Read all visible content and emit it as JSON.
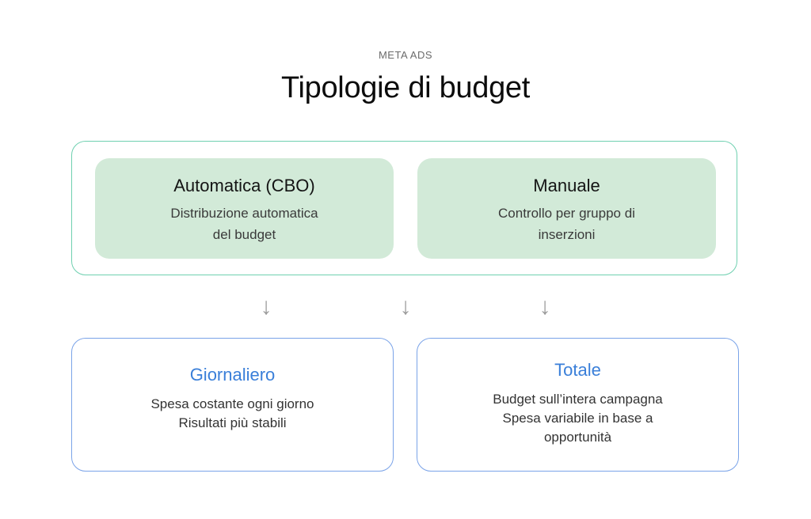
{
  "header": {
    "eyebrow": "META ADS",
    "title": "Tipologie di budget"
  },
  "allocation_group": {
    "border_color": "#6fd0b0",
    "fill_color": "#d2ead8",
    "items": [
      {
        "title": "Automatica (CBO)",
        "lines": [
          "Distribuzione automatica",
          "del budget"
        ]
      },
      {
        "title": "Manuale",
        "lines": [
          "Controllo per gruppo di",
          "inserzioni"
        ]
      }
    ]
  },
  "arrows": [
    "↓",
    "↓",
    "↓"
  ],
  "budget_types": {
    "border_color": "#7aa3e8",
    "title_color": "#3a7fd9",
    "items": [
      {
        "title": "Giornaliero",
        "lines": [
          "Spesa costante ogni giorno",
          "Risultati più stabili"
        ]
      },
      {
        "title": "Totale",
        "lines": [
          "Budget sull’intera campagna",
          "Spesa variabile in base a",
          "opportunità"
        ]
      }
    ]
  }
}
